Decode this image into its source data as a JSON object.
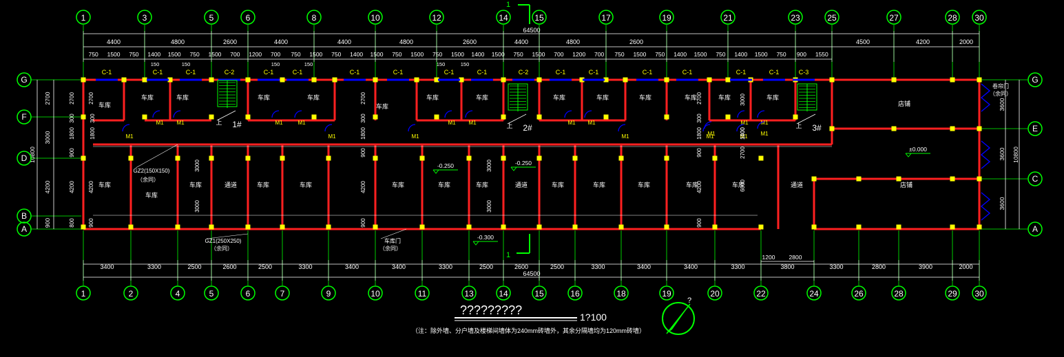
{
  "plan": {
    "title": "?????????",
    "scale": "1?100",
    "note": "（注：除外墙、分户墙及楼梯间墙体为240mm砖墙外，其余分隔墙均为120mm砖墙）",
    "north_label": "?"
  },
  "section": {
    "label": "1"
  },
  "axes_top": [
    "1",
    "3",
    "5",
    "6",
    "8",
    "10",
    "12",
    "14",
    "15",
    "17",
    "19",
    "21",
    "23",
    "25",
    "27",
    "28",
    "30"
  ],
  "axes_bottom": [
    "1",
    "2",
    "4",
    "5",
    "6",
    "7",
    "9",
    "10",
    "11",
    "13",
    "14",
    "15",
    "16",
    "18",
    "19",
    "20",
    "22",
    "24",
    "26",
    "28",
    "29",
    "30"
  ],
  "axes_side": [
    "G",
    "F",
    "E",
    "D",
    "C",
    "B",
    "A"
  ],
  "dims_top_total": "64500",
  "dims_top_main": [
    "4400",
    "4800",
    "2600",
    "4400",
    "4400",
    "4800",
    "2600",
    "4400",
    "4800",
    "2600",
    "4500",
    "4200",
    "2000"
  ],
  "dims_top_detail": [
    "750",
    "1500",
    "750",
    "1400",
    "1500",
    "750",
    "1500",
    "700",
    "1200",
    "700",
    "750",
    "1500",
    "750",
    "1400",
    "1500",
    "750",
    "1500",
    "750",
    "1500",
    "1400",
    "1500",
    "750",
    "1500",
    "700",
    "1200",
    "700",
    "750",
    "1500",
    "750",
    "1400",
    "1500",
    "750",
    "1400",
    "1500",
    "750",
    "900",
    "1550"
  ],
  "dims_top_small": [
    "150",
    "150",
    "150",
    "150",
    "150",
    "150"
  ],
  "dims_bottom_total": "64500",
  "dims_bottom_main": [
    "3400",
    "3300",
    "2500",
    "2600",
    "2500",
    "3300",
    "3400",
    "3400",
    "3300",
    "2500",
    "2600",
    "2500",
    "3300",
    "3400",
    "3400",
    "3300",
    "3800",
    "3300",
    "2800",
    "3900",
    "2000"
  ],
  "dims_bottom_extra": [
    "1200",
    "2800"
  ],
  "dims_left": [
    "2700",
    "3000",
    "4200",
    "900",
    "10800"
  ],
  "dims_left_inner": [
    "2700",
    "1800",
    "300",
    "900",
    "4200",
    "800"
  ],
  "dims_right": [
    "3600",
    "3600",
    "3600",
    "10800"
  ],
  "windows": [
    "C-1",
    "C-1",
    "C-1",
    "C-2",
    "C-1",
    "C-1",
    "C-1",
    "C-1",
    "C-1",
    "C-1",
    "C-2",
    "C-1",
    "C-1",
    "C-1",
    "C-1",
    "C-1",
    "C-1",
    "C-3"
  ],
  "doors": [
    "M1",
    "M1",
    "M1",
    "M1",
    "M1",
    "M1",
    "M1",
    "M1",
    "M1",
    "M1",
    "M1",
    "M1",
    "M1",
    "M1",
    "M1",
    "M1",
    "M1",
    "M1"
  ],
  "rooms": {
    "garage": "车库",
    "passage": "通道",
    "shop": "店铺",
    "shop_door": "卷帘门",
    "same": "（余同）",
    "garage_door": "车库门"
  },
  "stairs": [
    "1#",
    "2#",
    "3#"
  ],
  "stair_up": "上",
  "columns": {
    "gz2": "GZ2(150X150)",
    "gz1": "GZ1(250X250)"
  },
  "levels": [
    "-0.250",
    "-0.250",
    "-0.300",
    "±0.000"
  ],
  "inner_dims": [
    "3000",
    "3000",
    "3000",
    "3000",
    "6000",
    "3000",
    "1800",
    "2700",
    "4200",
    "900",
    "1800",
    "300",
    "2700",
    "1800",
    "300",
    "900",
    "4200",
    "900",
    "2700",
    "1800",
    "300",
    "900",
    "4200",
    "900",
    "2700",
    "1800"
  ],
  "colors": {
    "background": "#000000",
    "axis": "#00ff00",
    "wall": "#ff2020",
    "wall_inner": "#ffffff",
    "column": "#ffff00",
    "window": "#0000ff",
    "dimension": "#ffffff",
    "door_arc": "#0000ff",
    "text_yellow": "#ffff00",
    "text_white": "#ffffff"
  }
}
